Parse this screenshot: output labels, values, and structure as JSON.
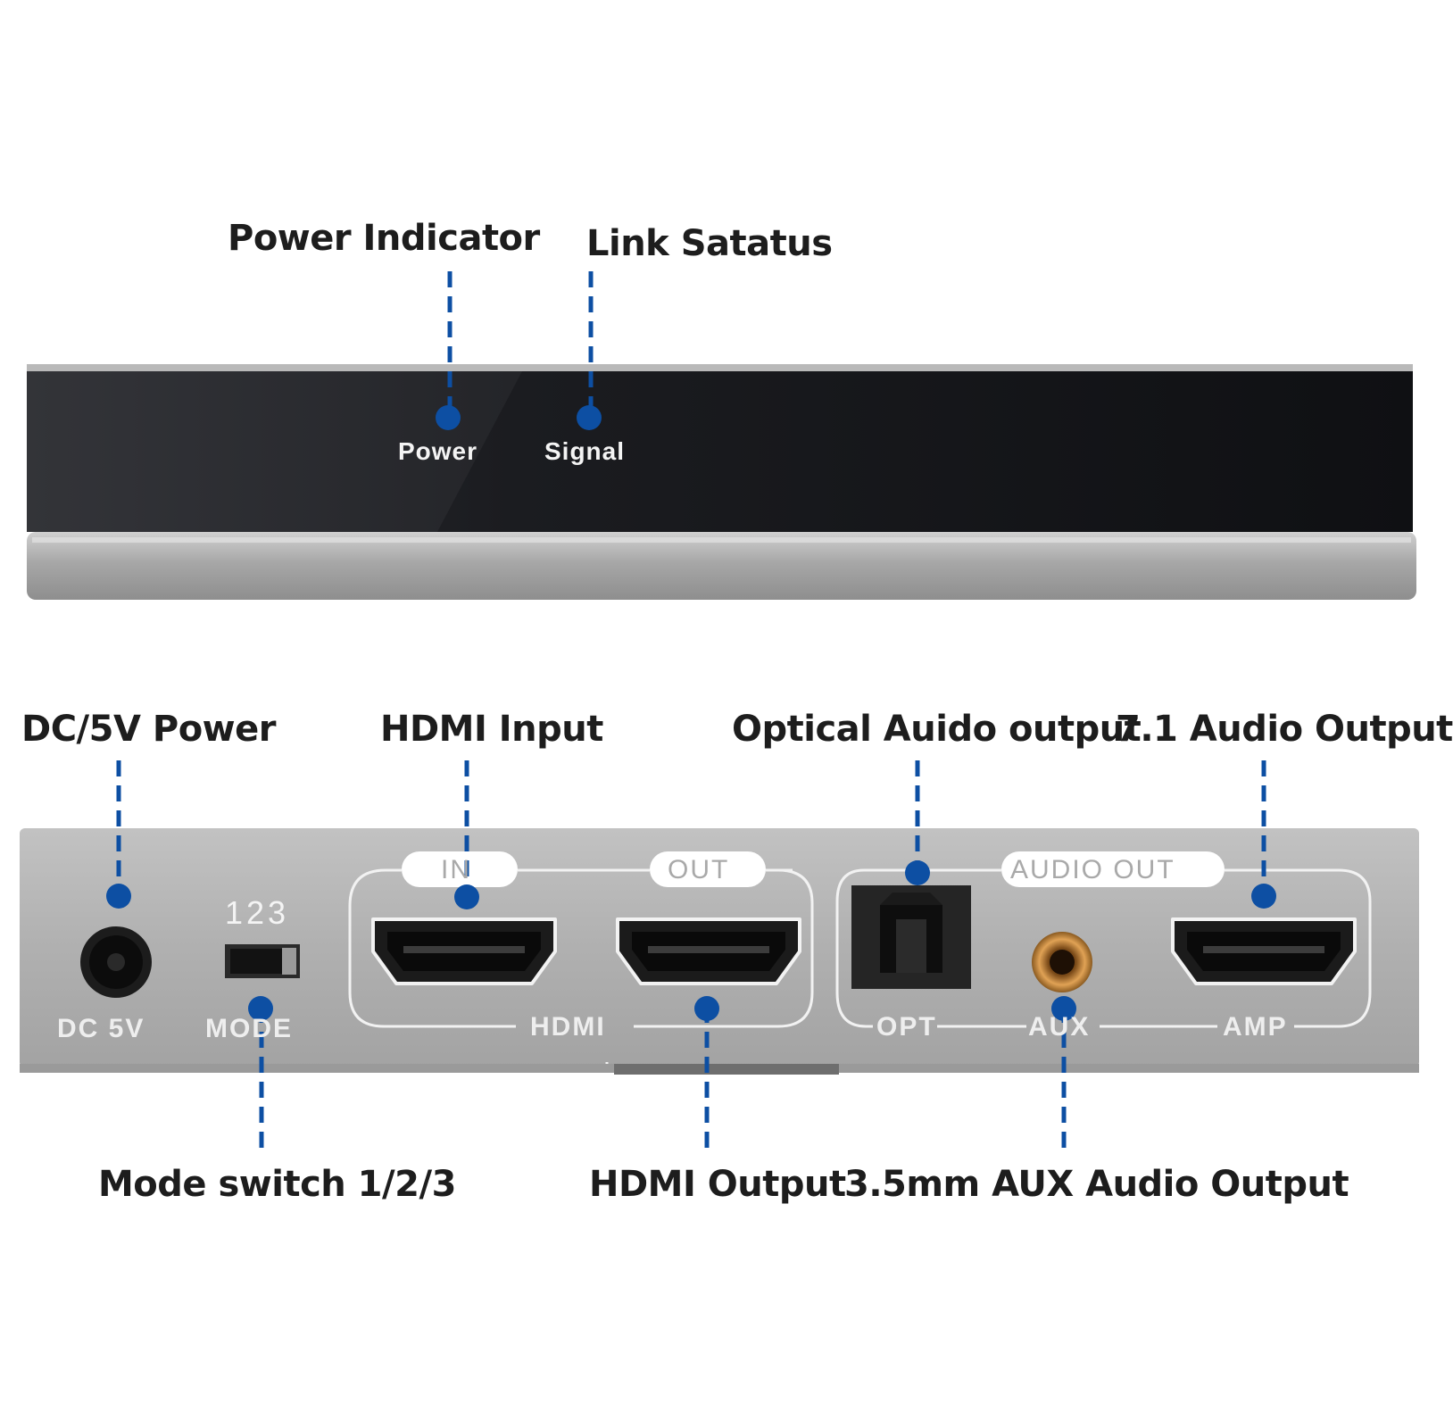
{
  "callouts": {
    "power_indicator": "Power Indicator",
    "link_status": "Link Satatus",
    "dc_power": "DC/5V Power",
    "hdmi_input": "HDMI Input",
    "optical_output": "Optical Auido output",
    "audio_71_output": "7.1 Audio Output",
    "mode_switch": "Mode switch 1/2/3",
    "hdmi_output": "HDMI Output",
    "aux_output": "3.5mm AUX Audio Output"
  },
  "front_panel": {
    "power_label": "Power",
    "signal_label": "Signal"
  },
  "back_panel": {
    "dc_label": "DC 5V",
    "mode_numbers": "123",
    "mode_label": "MODE",
    "in_label": "IN",
    "out_label": "OUT",
    "hdmi_label": "HDMI",
    "audio_out_label": "AUDIO OUT",
    "opt_label": "OPT",
    "aux_label": "AUX",
    "amp_label": "AMP"
  },
  "colors": {
    "marker_blue": "#0d4fa3",
    "panel_black": "#141418",
    "chassis_gray": "#b3b3b3"
  }
}
